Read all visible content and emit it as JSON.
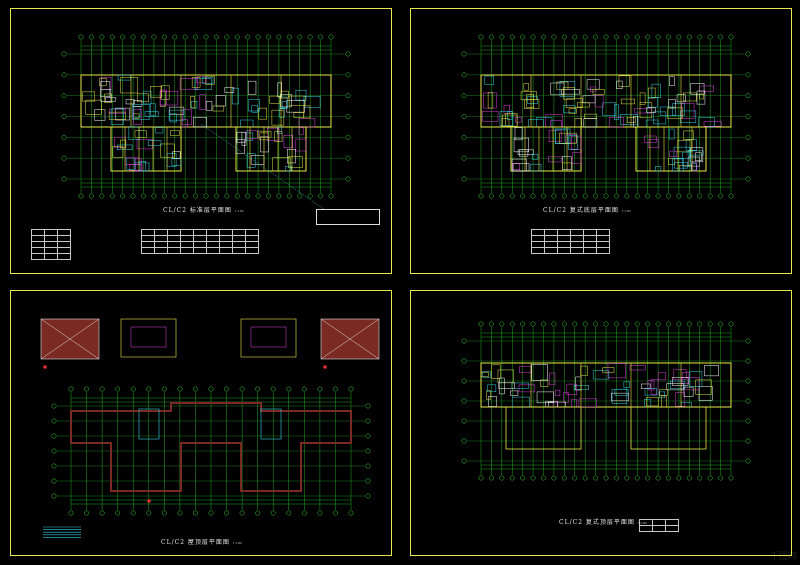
{
  "colors": {
    "frame": "#e8e84a",
    "wall": "#e8e84a",
    "grid": "#2fd12f",
    "cyan": "#38d6e8",
    "magenta": "#e040e0",
    "roof": "#7a2a22",
    "text": "#e8e8e8"
  },
  "sheets": [
    {
      "id": "a",
      "title": "CL/C2 标准层平面图",
      "scale": "1:100"
    },
    {
      "id": "b",
      "title": "CL/C2 复式底层平面图",
      "scale": "1:100"
    },
    {
      "id": "c",
      "title": "CL/C2 屋顶层平面图",
      "scale": "1:100"
    },
    {
      "id": "d",
      "title": "CL/C2 复式顶层平面图",
      "scale": "1:100"
    }
  ],
  "watermark": "千图网"
}
